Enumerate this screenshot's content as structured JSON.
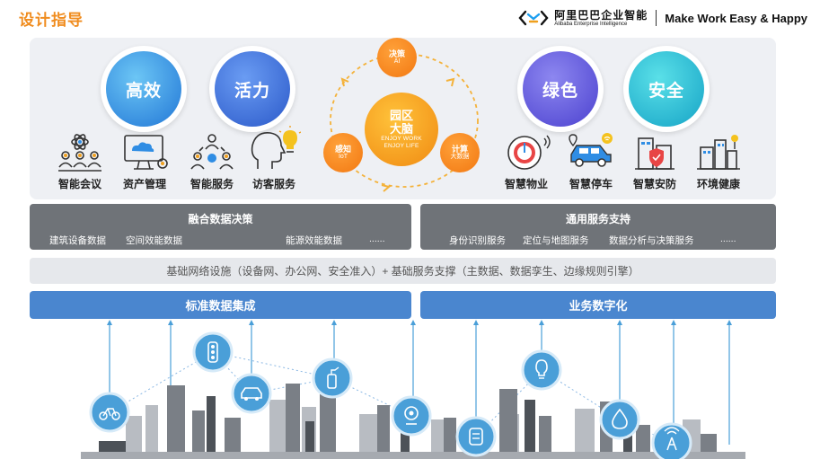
{
  "header": {
    "title": "设计指导",
    "brand_cn": "阿里巴巴企业智能",
    "brand_en": "Alibaba Enterprise Intelligence",
    "slogan": "Make Work Easy & Happy"
  },
  "values": [
    {
      "label": "高效",
      "color": "#2f8de4"
    },
    {
      "label": "活力",
      "color": "#3a6fd8"
    },
    {
      "label": "绿色",
      "color": "#5b55d8"
    },
    {
      "label": "安全",
      "color": "#1fb3c8"
    }
  ],
  "scenes_left": [
    {
      "label": "智能会议",
      "icon": "meeting-icon"
    },
    {
      "label": "资产管理",
      "icon": "asset-monitor-icon"
    },
    {
      "label": "智能服务",
      "icon": "service-people-icon"
    },
    {
      "label": "访客服务",
      "icon": "visitor-head-icon"
    }
  ],
  "scenes_right": [
    {
      "label": "智慧物业",
      "icon": "gauge-icon"
    },
    {
      "label": "智慧停车",
      "icon": "car-icon"
    },
    {
      "label": "智慧安防",
      "icon": "shield-building-icon"
    },
    {
      "label": "环境健康",
      "icon": "city-environment-icon"
    }
  ],
  "cycle": {
    "brain_title": "园区\n大脑",
    "brain_title_line1": "园区",
    "brain_title_line2": "大脑",
    "brain_sub1": "ENJOY WORK",
    "brain_sub2": "ENJOY LIFE",
    "decision": {
      "cn": "决策",
      "en": "AI"
    },
    "perception": {
      "cn": "感知",
      "en": "IoT"
    },
    "computing": {
      "cn": "计算",
      "en": "大数据"
    },
    "color": "#f39a1e"
  },
  "fusion": {
    "title": "融合数据决策",
    "items": [
      "建筑设备数据",
      "空间效能数据",
      "能源效能数据",
      "......"
    ]
  },
  "common_services": {
    "title": "通用服务支持",
    "items": [
      "身份识别服务",
      "定位与地图服务",
      "数据分析与决策服务",
      "......"
    ]
  },
  "infrastructure": "基础网络设施（设备网、办公网、安全准入）+ 基础服务支撑（主数据、数据孪生、边缘规则引擎）",
  "standard_data": "标准数据集成",
  "digitalization": "业务数字化",
  "city_icons": [
    "bicycle-icon",
    "traffic-light-icon",
    "car-icon",
    "fire-extinguisher-icon",
    "camera-icon",
    "water-meter-icon",
    "light-bulb-icon",
    "water-drop-icon",
    "antenna-icon"
  ]
}
